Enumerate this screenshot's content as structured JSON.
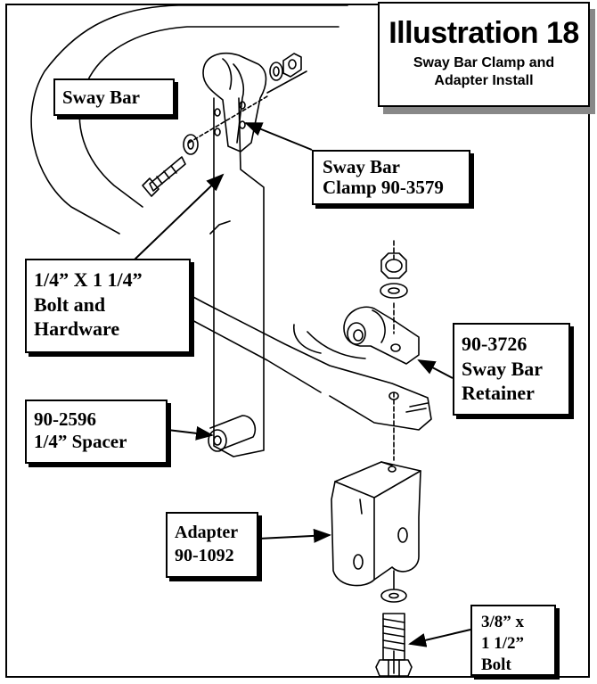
{
  "title": {
    "main": "Illustration 18",
    "sub": "Sway Bar Clamp and\nAdapter Install"
  },
  "callouts": {
    "sway_bar": "Sway Bar",
    "sway_bar_clamp": "Sway Bar\nClamp 90-3579",
    "bolt_hardware": "1/4” X 1 1/4”\nBolt and\nHardware",
    "retainer": "90-3726\nSway Bar\nRetainer",
    "spacer": "90-2596\n1/4” Spacer",
    "adapter": "Adapter\n90-1092",
    "bolt_38": "3/8” x\n1 1/2”\nBolt"
  }
}
